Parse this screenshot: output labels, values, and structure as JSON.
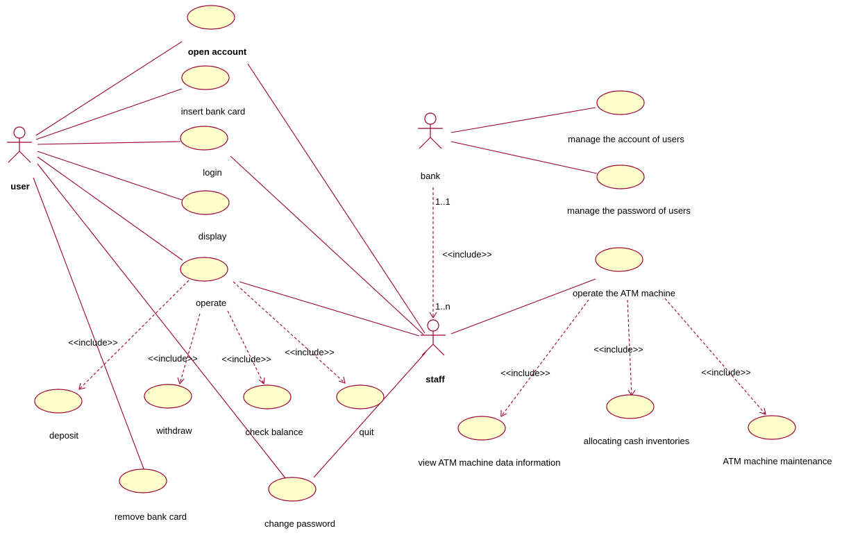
{
  "colors": {
    "line": "#990033",
    "usecase_fill": "#ffffcc",
    "text": "#000000"
  },
  "actors": {
    "user": "user",
    "bank": "bank",
    "staff": "staff"
  },
  "usecases": {
    "open_account": "open account",
    "insert_bank_card": "insert bank card",
    "login": "login",
    "display": "display",
    "operate": "operate",
    "deposit": "deposit",
    "withdraw": "withdraw",
    "check_balance": "check balance",
    "quit": "quit",
    "remove_bank_card": "remove bank card",
    "change_password": "change password",
    "manage_account": "manage the account of users",
    "manage_password": "manage the password of users",
    "operate_atm": "operate the ATM machine",
    "view_atm_info": "view ATM machine data information",
    "allocating_cash": "allocating cash inventories",
    "atm_maintenance": "ATM machine maintenance"
  },
  "stereotypes": {
    "include": "<<include>>"
  },
  "multiplicities": {
    "bank_end": "1..1",
    "staff_end": "1..n"
  }
}
